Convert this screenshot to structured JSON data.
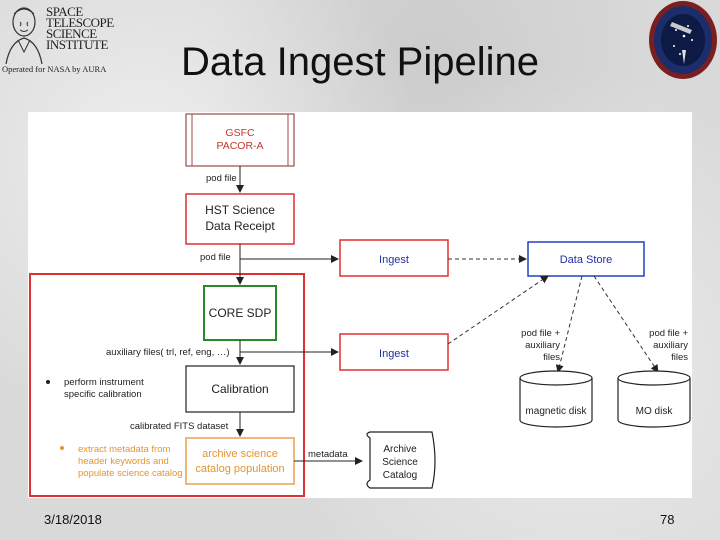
{
  "header": {
    "title": "Data Ingest Pipeline",
    "logo_left": {
      "lines": [
        "SPACE",
        "TELESCOPE",
        "SCIENCE",
        "INSTITUTE"
      ],
      "operated": "Operated for NASA by AURA"
    }
  },
  "diagram": {
    "boxes": {
      "gsfc": [
        "GSFC",
        "PACOR-A"
      ],
      "hst": [
        "HST Science",
        "Data Receipt"
      ],
      "ingest1": "Ingest",
      "datastore": "Data Store",
      "core": "CORE SDP",
      "ingest2": "Ingest",
      "calibration": "Calibration",
      "archive": [
        "archive science",
        "catalog population"
      ],
      "catalog": [
        "Archive",
        "Science",
        "Catalog"
      ],
      "magnetic": "magnetic disk",
      "mo": "MO disk"
    },
    "labels": {
      "pod_file_1": "pod file",
      "pod_file_2": "pod file",
      "aux_files": "auxiliary files( trl, ref, eng, …)",
      "calibrated": "calibrated FITS dataset",
      "metadata": "metadata",
      "pod_aux_left": [
        "pod file +",
        "auxiliary",
        "files"
      ],
      "pod_aux_right": [
        "pod file +",
        "auxiliary",
        "files"
      ]
    },
    "bullets": {
      "calibration": [
        "perform instrument",
        "specific calibration"
      ],
      "metadata": [
        "extract metadata from",
        "header keywords and",
        "populate science catalog"
      ]
    }
  },
  "footer": {
    "date": "3/18/2018",
    "page": "78"
  }
}
